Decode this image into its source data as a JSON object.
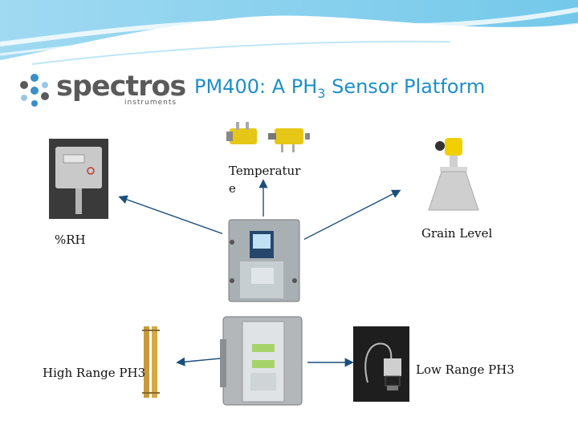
{
  "slide": {
    "title_prefix": "PM400: A  PH",
    "title_subscript": "3",
    "title_suffix": "  Sensor Platform"
  },
  "logo": {
    "word": "spectros",
    "sub": "instruments"
  },
  "labels": {
    "temperature_line1": "Temperatur",
    "temperature_line2": "e",
    "grain_level": "Grain Level",
    "rh": "%RH",
    "high_range": "High Range PH3",
    "low_range": "Low Range PH3"
  },
  "colors": {
    "title": "#1f8fc8",
    "arrow": "#1b4f7a"
  }
}
